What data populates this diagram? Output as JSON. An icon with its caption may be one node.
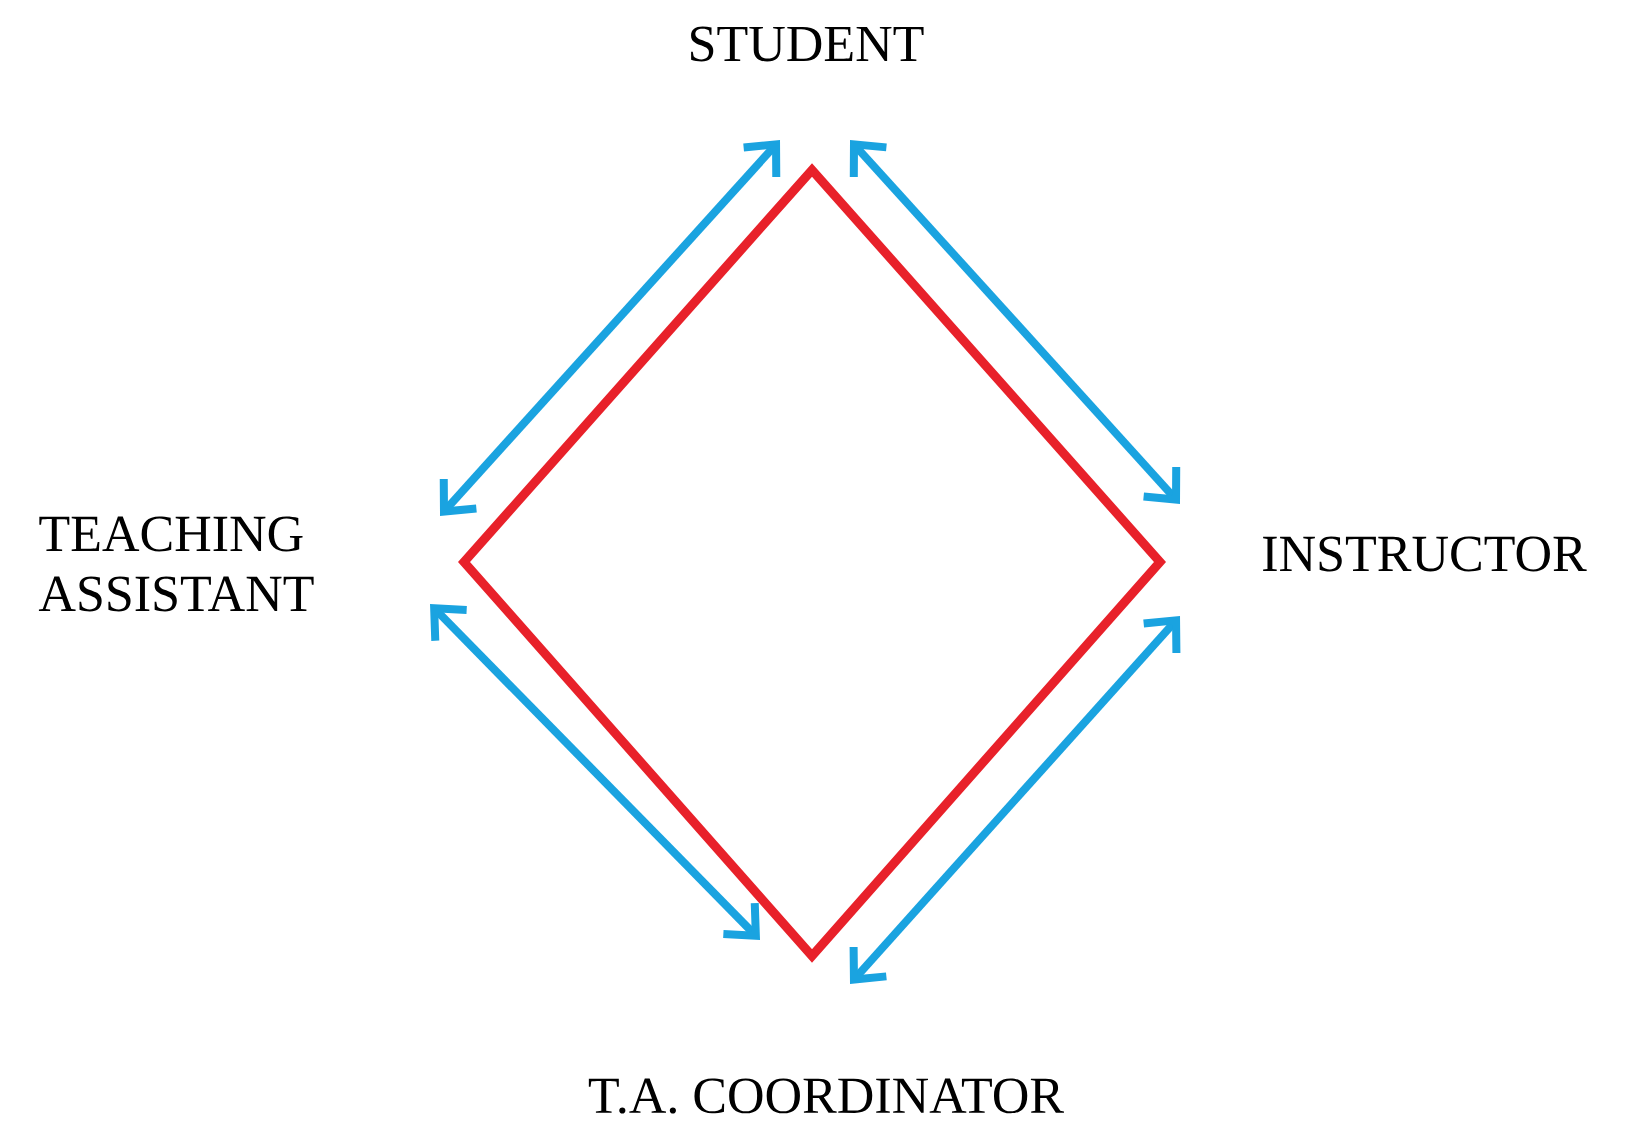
{
  "diagram": {
    "nodes": [
      {
        "text": [
          "STUDENT"
        ]
      },
      {
        "text": [
          "TEACHING ASSISTANT"
        ]
      },
      {
        "text": [
          "INSTRUCTOR"
        ]
      },
      {
        "text": [
          "T.A. COORDINATOR"
        ]
      }
    ],
    "edges": [
      {
        "from": 0,
        "to": 1,
        "arrow": "both"
      },
      {
        "from": 0,
        "to": 2,
        "arrow": "both"
      },
      {
        "from": 1,
        "to": 3,
        "arrow": "both"
      },
      {
        "from": 2,
        "to": 3,
        "arrow": "both"
      }
    ]
  }
}
